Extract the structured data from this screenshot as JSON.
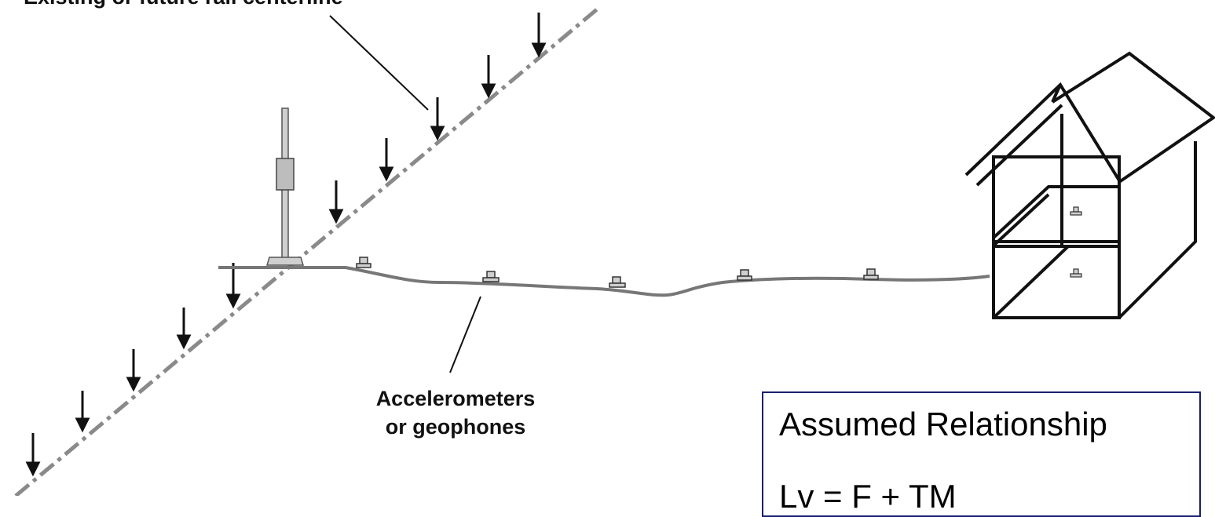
{
  "labels": {
    "centerline": "Existing or future rail centerline",
    "sensors_line1": "Accelerometers",
    "sensors_line2": "or geophones"
  },
  "relationship": {
    "title": "Assumed Relationship",
    "equation": "Lv = F   + TM"
  },
  "colors": {
    "line": "#111111",
    "rail_dash": "#8a8a8a",
    "box_border": "#1a1f6e",
    "sensor_fill": "#c8c8c8"
  }
}
